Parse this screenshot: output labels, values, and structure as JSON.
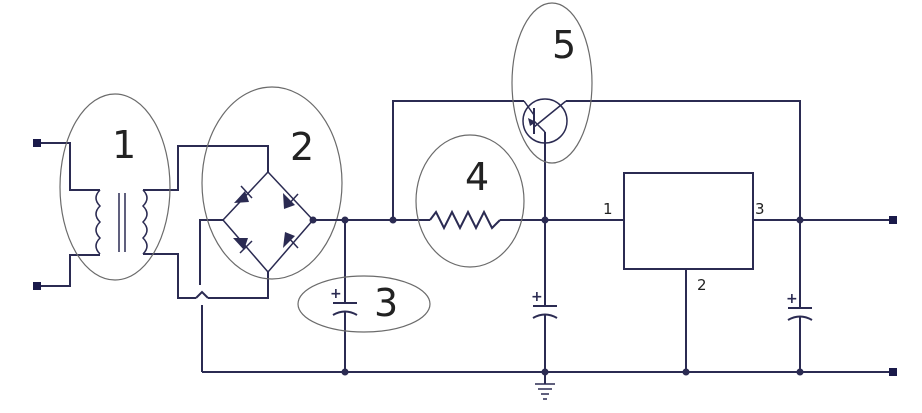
{
  "diagram": {
    "region_labels": [
      "1",
      "2",
      "3",
      "4",
      "5"
    ],
    "regulator_pins": {
      "in": "1",
      "gnd": "2",
      "out": "3"
    },
    "capacitor_polarity_mark": "+"
  }
}
